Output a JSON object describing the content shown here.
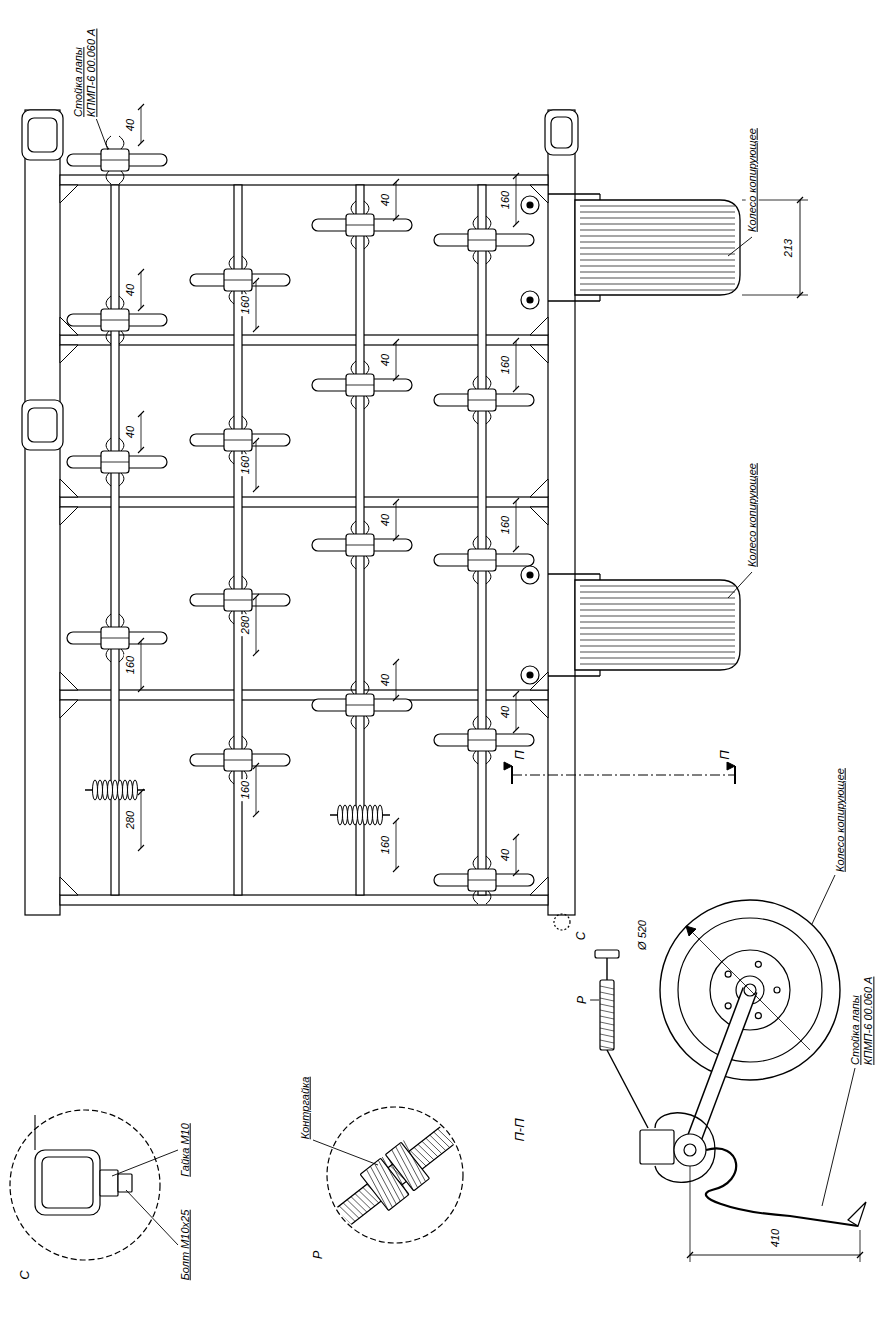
{
  "diagram": {
    "labels": [
      "Стойка лапы КПМП-6 00.060 А",
      "40",
      "40",
      "40",
      "160",
      "280",
      "160",
      "160",
      "280",
      "160",
      "40",
      "40",
      "40",
      "40",
      "160",
      "160",
      "160",
      "160",
      "40",
      "40",
      "Колесо копирующее",
      "Колесо копирующее",
      "213",
      "П",
      "П",
      "С",
      "Колесо копирующее",
      "Ø 520",
      "410",
      "Стойка лапы КПМП-6 00.060 А",
      "Р",
      "П-П",
      "Р",
      "Контргайка",
      "С",
      "Гайка М10",
      "Болт М10х25"
    ]
  }
}
